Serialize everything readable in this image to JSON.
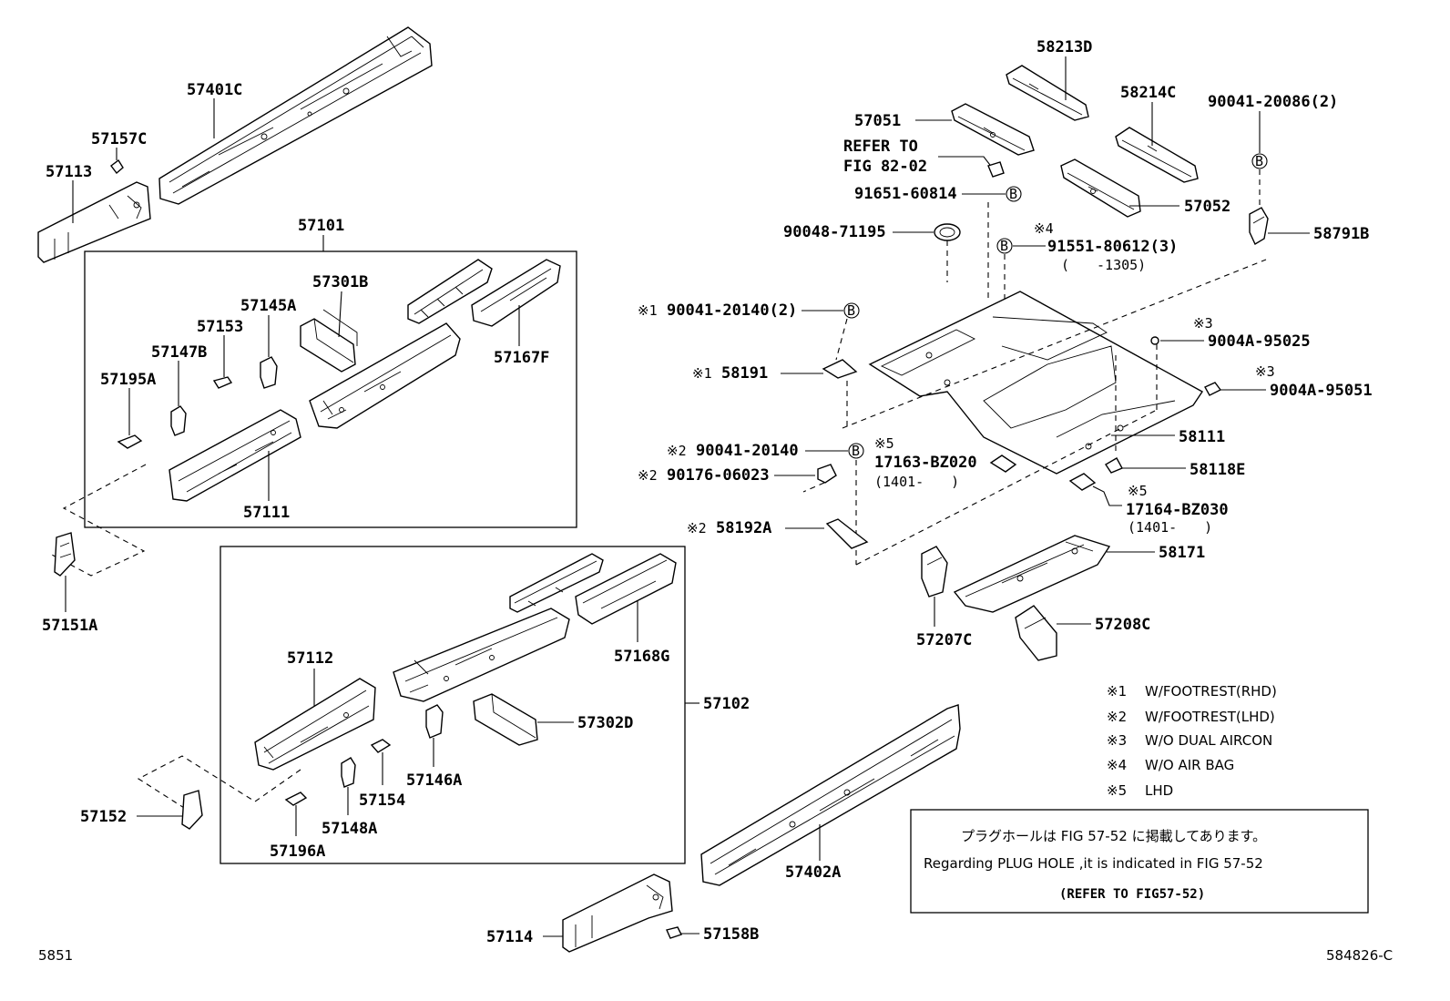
{
  "parts": {
    "p57401C": "57401C",
    "p57157C": "57157C",
    "p57113": "57113",
    "p57101": "57101",
    "p57301B": "57301B",
    "p57145A": "57145A",
    "p57153": "57153",
    "p57147B": "57147B",
    "p57195A": "57195A",
    "p57167F": "57167F",
    "p57111": "57111",
    "p57151A": "57151A",
    "p57112": "57112",
    "p57168G": "57168G",
    "p57102": "57102",
    "p57302D": "57302D",
    "p57146A": "57146A",
    "p57154": "57154",
    "p57148A": "57148A",
    "p57196A": "57196A",
    "p57152": "57152",
    "p57114": "57114",
    "p57158B": "57158B",
    "p57402A": "57402A",
    "p58213D": "58213D",
    "p58214C": "58214C",
    "p90041_20086": "90041-20086(2)",
    "p57051": "57051",
    "refer_line1": "REFER TO",
    "refer_line2": "FIG 82-02",
    "p91651": "91651-60814",
    "p57052": "57052",
    "p90048": "90048-71195",
    "mark4": "※4",
    "p91551": "91551-80612(3)",
    "p91551_range": "(　　-1305)",
    "p58791B": "58791B",
    "mark1_a": "※1",
    "p90041_20140_2": "90041-20140(2)",
    "mark1_b": "※1",
    "p58191": "58191",
    "mark3_a": "※3",
    "p9004A_95025": "9004A-95025",
    "mark3_b": "※3",
    "p9004A_95051": "9004A-95051",
    "p58111": "58111",
    "mark2_a": "※2",
    "p90041_20140": "90041-20140",
    "mark5_a": "※5",
    "p17163": "17163-BZ020",
    "p17163_range": "(1401-　　)",
    "mark2_b": "※2",
    "p90176": "90176-06023",
    "p58118E": "58118E",
    "mark5_b": "※5",
    "p17164": "17164-BZ030",
    "p17164_range": "(1401-　　)",
    "mark2_c": "※2",
    "p58192A": "58192A",
    "p58171": "58171",
    "p57207C": "57207C",
    "p57208C": "57208C"
  },
  "bolt_marker": "B",
  "legend": [
    {
      "mark": "※1",
      "text": "W/FOOTREST(RHD)"
    },
    {
      "mark": "※2",
      "text": "W/FOOTREST(LHD)"
    },
    {
      "mark": "※3",
      "text": "W/O DUAL AIRCON"
    },
    {
      "mark": "※4",
      "text": "W/O AIR BAG"
    },
    {
      "mark": "※5",
      "text": "LHD"
    }
  ],
  "notice": {
    "japanese": "プラグホールは FIG 57-52 に掲載してあります。",
    "english": "Regarding PLUG HOLE ,it is indicated in FIG 57-52",
    "refer": "(REFER TO FIG57-52)"
  },
  "footer": {
    "left_code": "5851",
    "right_code": "584826-C"
  }
}
